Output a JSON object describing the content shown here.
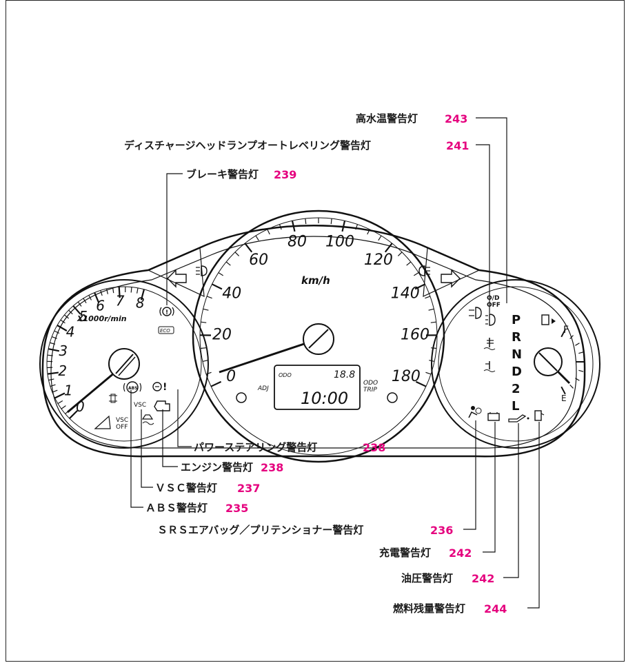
{
  "callouts": {
    "high_temp": {
      "label": "高水温警告灯",
      "page": "243"
    },
    "discharge_level": {
      "label": "ディスチャージヘッドランプオートレベリング警告灯",
      "page": "241"
    },
    "brake": {
      "label": "ブレーキ警告灯",
      "page": "239"
    },
    "power_steering": {
      "label": "パワーステアリング警告灯",
      "page": "238"
    },
    "engine": {
      "label": "エンジン警告灯",
      "page": "238"
    },
    "vsc": {
      "label": "ＶＳＣ警告灯",
      "page": "237"
    },
    "abs": {
      "label": "ＡＢＳ警告灯",
      "page": "235"
    },
    "srs": {
      "label": "ＳＲＳエアバッグ／プリテンショナー警告灯",
      "page": "236"
    },
    "charge": {
      "label": "充電警告灯",
      "page": "242"
    },
    "oil": {
      "label": "油圧警告灯",
      "page": "242"
    },
    "fuel": {
      "label": "燃料残量警告灯",
      "page": "244"
    }
  },
  "tachometer": {
    "ticks": [
      "0",
      "1",
      "2",
      "3",
      "4",
      "5",
      "6",
      "7",
      "8"
    ],
    "unit": "X1000r/min"
  },
  "speedometer": {
    "ticks": [
      "0",
      "20",
      "40",
      "60",
      "80",
      "100",
      "120",
      "140",
      "160",
      "180"
    ],
    "unit": "km/h"
  },
  "display": {
    "odo_label": "ODO",
    "trip_value": "18.8",
    "main_value": "10:00",
    "adj_label": "ADJ",
    "odo_trip_label_1": "ODO",
    "odo_trip_label_2": "TRIP"
  },
  "indicators": {
    "eco": "ECO",
    "vsc_text": "VSC",
    "vsc_off_1": "VSC",
    "vsc_off_2": "OFF",
    "od_off_1": "O/D",
    "od_off_2": "OFF"
  },
  "gear_positions": [
    "P",
    "R",
    "N",
    "D",
    "2",
    "L"
  ],
  "fuel_gauge": {
    "full": "F",
    "empty": "E"
  }
}
